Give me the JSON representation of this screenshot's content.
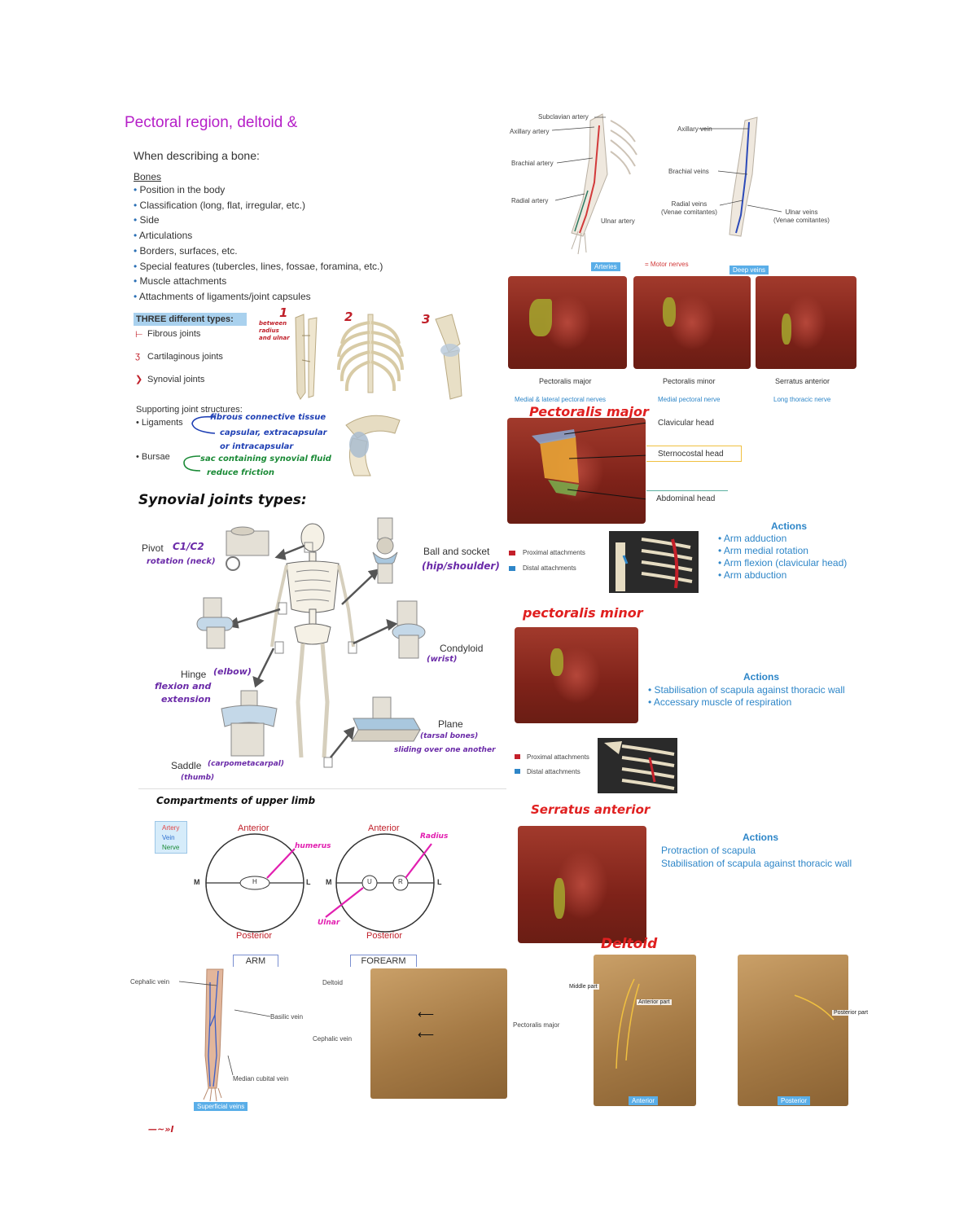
{
  "title": "Pectoral region, deltoid &",
  "bone_section": {
    "heading": "When describing a bone:",
    "subheading": "Bones",
    "items": [
      "Position in the body",
      "Classification (long, flat, irregular, etc.)",
      "Side",
      "Articulations",
      "Borders, surfaces, etc.",
      "Special features (tubercles, lines, fossae, foramina, etc.)",
      "Muscle attachments",
      "Attachments of ligaments/joint capsules"
    ]
  },
  "joint_types": {
    "header": "THREE different types:",
    "items": [
      "Fibrous joints",
      "Cartilaginous joints",
      "Synovial joints"
    ],
    "numbers": [
      "1",
      "2",
      "3"
    ],
    "note_1": "between radius and ulnar"
  },
  "supporting": {
    "heading": "Supporting joint structures:",
    "ligaments": "Ligaments",
    "lig_note_1": "fibrous connective tissue",
    "lig_note_2": "capsular, extracapsular",
    "lig_note_3": "or intracapsular",
    "bursae": "Bursae",
    "bursae_note_1": "sac containing synovial fluid",
    "bursae_note_2": "reduce friction"
  },
  "synovial": {
    "heading": "Synovial joints types:",
    "pivot": "Pivot",
    "pivot_note_1": "C1/C2",
    "pivot_note_2": "rotation (neck)",
    "ball": "Ball and socket",
    "ball_note": "(hip/shoulder)",
    "condyloid": "Condyloid",
    "condyloid_note": "(wrist)",
    "hinge": "Hinge",
    "hinge_note_1": "(elbow)",
    "hinge_note_2": "flexion and",
    "hinge_note_3": "extension",
    "plane": "Plane",
    "plane_note_1": "(tarsal bones)",
    "plane_note_2": "sliding over one another",
    "saddle": "Saddle",
    "saddle_note_1": "(carpometacarpal)",
    "saddle_note_2": "(thumb)"
  },
  "compartments": {
    "heading": "Compartments of upper limb",
    "legend": [
      "Artery",
      "Vein",
      "Nerve"
    ],
    "anterior": "Anterior",
    "posterior": "Posterior",
    "m": "M",
    "l": "L",
    "h": "H",
    "u": "U",
    "r": "R",
    "humerus": "humerus",
    "radius": "Radius",
    "ulnar": "Ulnar",
    "arm": "ARM",
    "forearm": "FOREARM"
  },
  "veins": {
    "cephalic": "Cephalic vein",
    "basilic": "Basilic vein",
    "median_cubital": "Median cubital vein",
    "superficial": "Superficial veins",
    "deltoid": "Deltoid",
    "cephalic2": "Cephalic vein",
    "pectoralis_major": "Pectoralis major"
  },
  "vessels": {
    "subclavian": "Subclavian artery",
    "axillary_artery": "Axillary artery",
    "brachial_artery": "Brachial artery",
    "radial_artery": "Radial artery",
    "ulnar_artery": "Ulnar artery",
    "axillary_vein": "Axillary vein",
    "brachial_veins": "Brachial veins",
    "radial_veins_1": "Radial veins",
    "radial_veins_2": "(Venae comitantes)",
    "ulnar_veins_1": "Ulnar veins",
    "ulnar_veins_2": "(Venae comitantes)",
    "arteries": "Arteries",
    "motor": "= Motor nerves",
    "deep_veins": "Deep veins"
  },
  "muscles_row": {
    "names": [
      "Pectoralis major",
      "Pectoralis minor",
      "Serratus anterior"
    ],
    "nerves": [
      "Medial & lateral pectoral nerves",
      "Medial pectoral nerve",
      "Long thoracic nerve"
    ]
  },
  "pec_major": {
    "heading": "Pectoralis major",
    "clavicular": "Clavicular head",
    "sternocostal": "Sternocostal head",
    "abdominal": "Abdominal head",
    "proximal": "Proximal attachments",
    "distal": "Distal attachments",
    "actions_head": "Actions",
    "actions": [
      "Arm adduction",
      "Arm medial rotation",
      "Arm flexion (clavicular head)",
      "Arm abduction"
    ]
  },
  "pec_minor": {
    "heading": "pectoralis minor",
    "actions_head": "Actions",
    "actions": [
      "Stabilisation of scapula against thoracic wall",
      "Accessary muscle of respiration"
    ],
    "proximal": "Proximal attachments",
    "distal": "Distal attachments"
  },
  "serratus": {
    "heading": "Serratus anterior",
    "actions_head": "Actions",
    "actions": [
      "Protraction of scapula",
      "Stabilisation of scapula against thoracic wall"
    ]
  },
  "deltoid": {
    "heading": "Deltoid",
    "middle": "Middle part",
    "anterior_part": "Anterior part",
    "posterior_part": "Posterior part",
    "anterior": "Anterior",
    "posterior": "Posterior"
  },
  "footer_scribble": "—~»l"
}
